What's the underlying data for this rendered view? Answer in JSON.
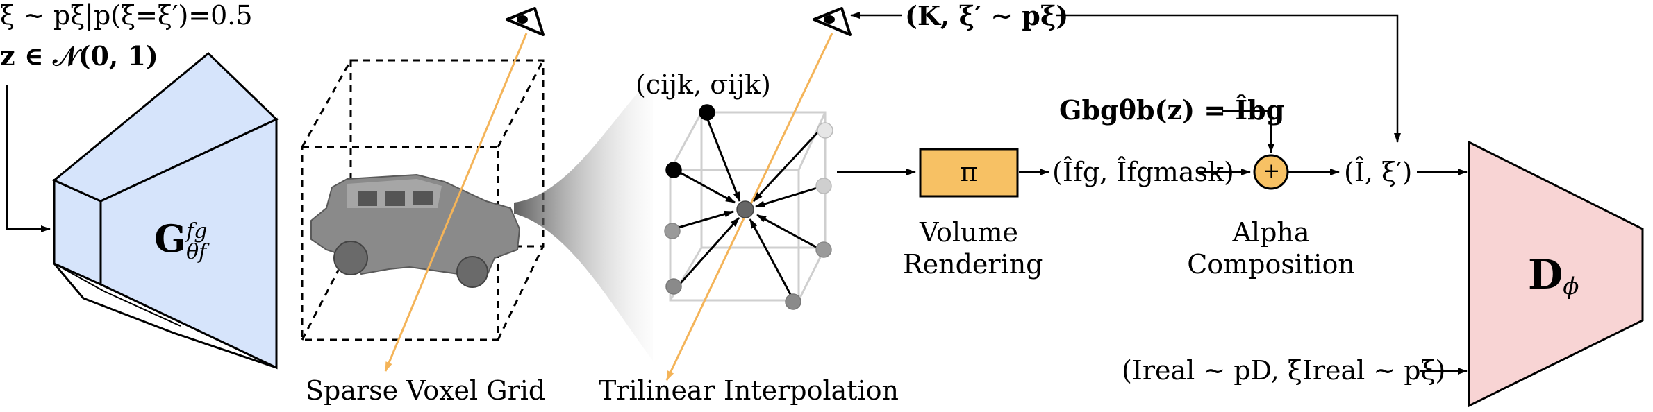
{
  "colors": {
    "generator_fill": "#d6e4fb",
    "discriminator_fill": "#f8d4d4",
    "render_box_fill": "#f7c164",
    "composite_fill": "#f7c164",
    "ray_color": "#f4b459",
    "voxel_gray": "#8c8c8c"
  },
  "inputs": {
    "xi_line": "ξ ∼ pξ|p(ξ=ξ′)=0.5",
    "z_line": "z ∈ 𝒩(0, 1)"
  },
  "generator": {
    "symbol": "G",
    "sup": "fg",
    "sub": "θf"
  },
  "captions": {
    "voxel_grid": "Sparse Voxel Grid",
    "trilinear": "Trilinear Interpolation",
    "volume_rendering_1": "Volume",
    "volume_rendering_2": "Rendering",
    "alpha_1": "Alpha",
    "alpha_2": "Composition"
  },
  "labels": {
    "voxel_attr": "(cijk, σijk)",
    "camera_input": "(K, ξ′ ∼ pξ)",
    "render_box": "π",
    "fg_output": "(Îfg, Îfgmask)",
    "bg_generator": "Gbgθb(z) = Îbg",
    "composite_symbol": "+",
    "fake_pair": "(Î, ξ′)",
    "real_pair": "(Ireal ∼ pD, ξIreal ∼ pξ)"
  },
  "discriminator": {
    "symbol": "D",
    "sub": "ϕ"
  }
}
